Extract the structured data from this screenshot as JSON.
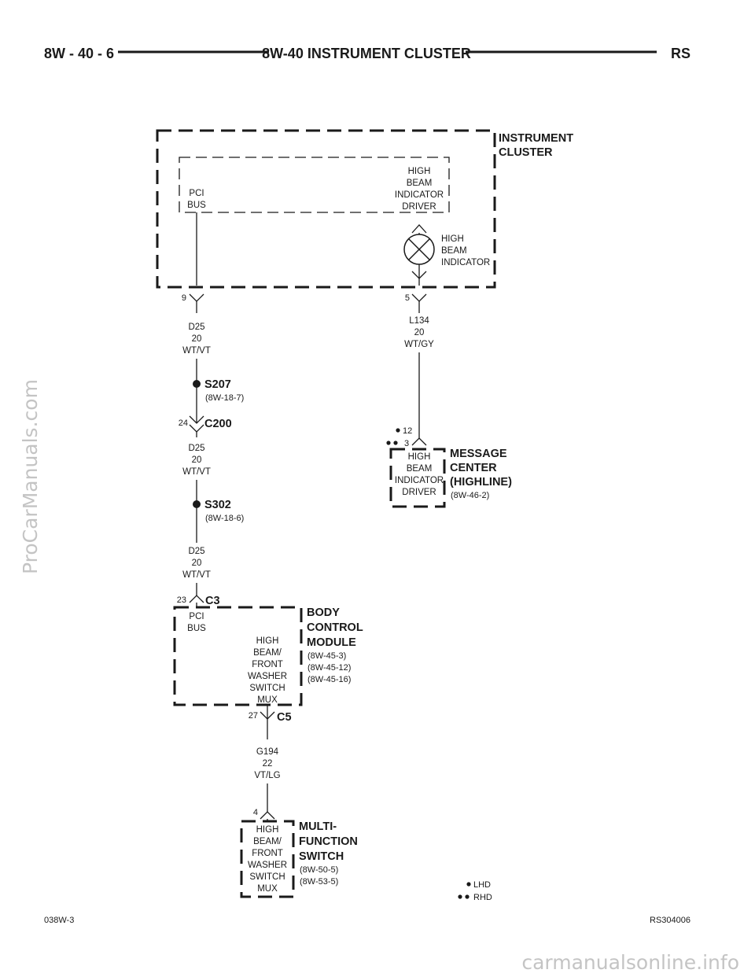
{
  "header": {
    "page_code": "8W - 40 - 6",
    "section_title": "8W-40 INSTRUMENT CLUSTER",
    "model_code": "RS"
  },
  "footer": {
    "left_code": "038W-3",
    "right_code": "RS304006"
  },
  "watermarks": {
    "side": "ProCarManuals.com",
    "bottom": "carmanualsonline.info"
  },
  "instrument_cluster": {
    "title_line1": "INSTRUMENT",
    "title_line2": "CLUSTER",
    "pci_bus": [
      "PCI",
      "BUS"
    ],
    "driver": [
      "HIGH",
      "BEAM",
      "INDICATOR",
      "DRIVER"
    ],
    "lamp": [
      "HIGH",
      "BEAM",
      "INDICATOR"
    ],
    "pin_left": "9",
    "pin_right": "5"
  },
  "wires": {
    "d25_a": [
      "D25",
      "20",
      "WT/VT"
    ],
    "d25_b": [
      "D25",
      "20",
      "WT/VT"
    ],
    "d25_c": [
      "D25",
      "20",
      "WT/VT"
    ],
    "l134": [
      "L134",
      "20",
      "WT/GY"
    ],
    "g194": [
      "G194",
      "22",
      "VT/LG"
    ]
  },
  "splices": {
    "s207": {
      "name": "S207",
      "ref": "(8W-18-7)"
    },
    "s302": {
      "name": "S302",
      "ref": "(8W-18-6)"
    }
  },
  "connectors": {
    "c200": {
      "name": "C200",
      "pin": "24"
    },
    "c3": {
      "name": "C3",
      "pin": "23"
    },
    "c5": {
      "name": "C5",
      "pin": "27"
    },
    "mfs_pin": "4"
  },
  "message_center": {
    "title": [
      "MESSAGE",
      "CENTER",
      "(HIGHLINE)"
    ],
    "ref": "(8W-46-2)",
    "pin_lhd": "12",
    "pin_rhd": "3",
    "driver": [
      "HIGH",
      "BEAM",
      "INDICATOR",
      "DRIVER"
    ]
  },
  "body_control_module": {
    "title": [
      "BODY",
      "CONTROL",
      "MODULE"
    ],
    "refs": [
      "(8W-45-3)",
      "(8W-45-12)",
      "(8W-45-16)"
    ],
    "pci_bus": [
      "PCI",
      "BUS"
    ],
    "switch": [
      "HIGH",
      "BEAM/",
      "FRONT",
      "WASHER",
      "SWITCH",
      "MUX"
    ]
  },
  "multi_function_switch": {
    "title": [
      "MULTI-",
      "FUNCTION",
      "SWITCH"
    ],
    "refs": [
      "(8W-50-5)",
      "(8W-53-5)"
    ],
    "switch": [
      "HIGH",
      "BEAM/",
      "FRONT",
      "WASHER",
      "SWITCH",
      "MUX"
    ]
  },
  "legend": {
    "lhd": "LHD",
    "rhd": "RHD"
  }
}
